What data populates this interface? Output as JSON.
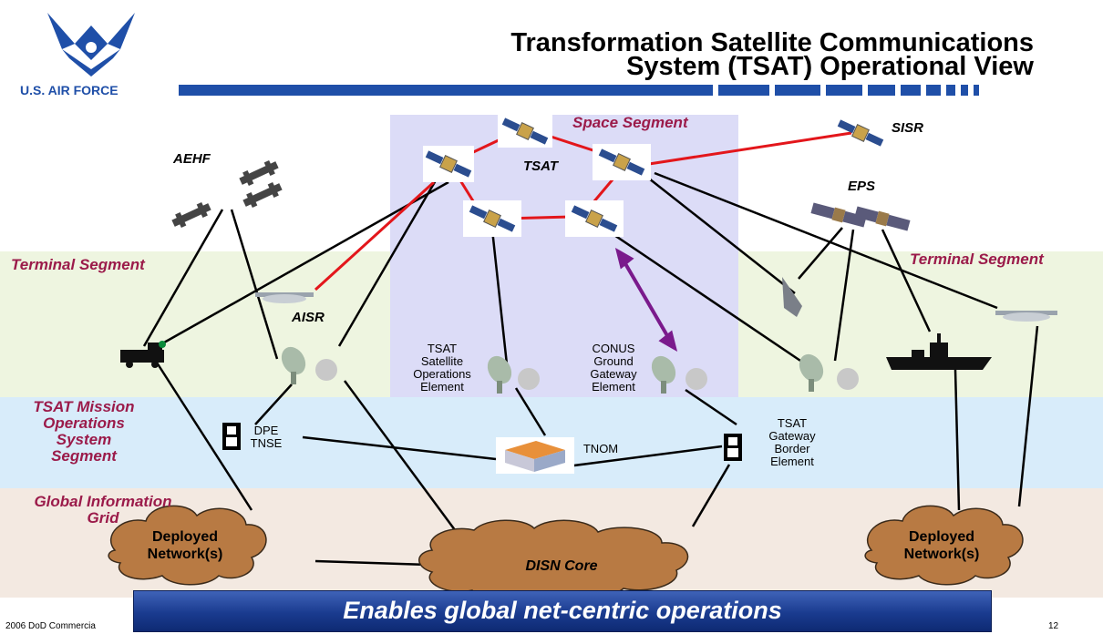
{
  "header": {
    "title_line1": "Transformation Satellite Communications",
    "title_line2": "System (TSAT) Operational View",
    "org_name": "U.S. AIR FORCE"
  },
  "segments": {
    "space": "Space Segment",
    "terminal_left": "Terminal Segment",
    "terminal_right": "Terminal Segment",
    "tmos": [
      "TSAT Mission",
      "Operations",
      "System",
      "Segment"
    ],
    "gig": [
      "Global Information",
      "Grid"
    ]
  },
  "satellites": {
    "tsat": "TSAT",
    "aehf": "AEHF",
    "sisr": "SISR",
    "eps": "EPS"
  },
  "nodes": {
    "aisr": "AISR",
    "soe": [
      "TSAT",
      "Satellite",
      "Operations",
      "Element"
    ],
    "conus": [
      "CONUS",
      "Ground",
      "Gateway",
      "Element"
    ],
    "dpe": [
      "DPE",
      "TNSE"
    ],
    "tnom": "TNOM",
    "tgbe": [
      "TSAT",
      "Gateway",
      "Border",
      "Element"
    ]
  },
  "clouds": {
    "left": [
      "Deployed",
      "Network(s)"
    ],
    "core": "DISN Core",
    "right": [
      "Deployed",
      "Network(s)"
    ]
  },
  "banner": "Enables global net-centric operations",
  "footer": {
    "left": "2006 DoD Commercia",
    "page": "12"
  },
  "colors": {
    "brand_blue": "#1f4fa8",
    "segment_text": "#9b1b4a",
    "space_band": "#dcdcf7",
    "terminal_band": "#eef5e0",
    "tmos_band": "#d8ecfa",
    "gig_band": "#f3e9e1",
    "cloud": "#b87a43",
    "crosslink": "#e3161b",
    "gateway_link": "#7a1a8c"
  }
}
